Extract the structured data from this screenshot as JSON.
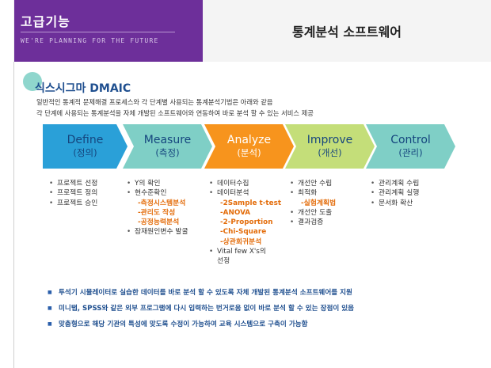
{
  "header": {
    "title": "고급기능",
    "tagline": "WE'RE PLANNING FOR THE FUTURE",
    "right_title": "통계분석 소프트웨어"
  },
  "section": {
    "title": "식스시그마 DMAIC",
    "intro_lines": [
      "일반적인 통계적 문제해결 프로세스와 각 단계별 사용되는 통계분석기법은 아래와 같음",
      "각 단계에 사용되는 통계분석을 자체 개발된 소프트웨어와 연동하여 바로 분석 할 수 있는 서비스 제공"
    ]
  },
  "phases": [
    {
      "name": "Define",
      "sub": "(정의)",
      "color": "#2aa0d8",
      "text_color": "#15457e"
    },
    {
      "name": "Measure",
      "sub": "(측정)",
      "color": "#7fcfc6",
      "text_color": "#15457e"
    },
    {
      "name": "Analyze",
      "sub": "(분석)",
      "color": "#f7941d",
      "text_color": "#ffffff"
    },
    {
      "name": "Improve",
      "sub": "(개선)",
      "color": "#c4de79",
      "text_color": "#15457e"
    },
    {
      "name": "Control",
      "sub": "(관리)",
      "color": "#7fcfc6",
      "text_color": "#15457e"
    }
  ],
  "columns": [
    [
      {
        "t": "프로젝트 선정"
      },
      {
        "t": "프로젝트 정의"
      },
      {
        "t": "프로젝트 승인"
      }
    ],
    [
      {
        "t": "Y의 확인"
      },
      {
        "t": "현수준확인"
      },
      {
        "t": "-측정시스템분석",
        "sub": true
      },
      {
        "t": "-관리도 작성",
        "sub": true
      },
      {
        "t": "-공정능력분석",
        "sub": true
      },
      {
        "t": "잠재원인변수 발굴"
      }
    ],
    [
      {
        "t": "데이터수집"
      },
      {
        "t": "데이터분석"
      },
      {
        "t": "-2Sample t-test",
        "sub": true
      },
      {
        "t": "-ANOVA",
        "sub": true
      },
      {
        "t": "-2-Proportion",
        "sub": true
      },
      {
        "t": "-Chi-Square",
        "sub": true
      },
      {
        "t": "-상관회귀분석",
        "sub": true
      },
      {
        "t": "Vital few X's의"
      },
      {
        "t": "선정",
        "cont": true
      }
    ],
    [
      {
        "t": "개선안 수립"
      },
      {
        "t": "최적화"
      },
      {
        "t": "-실험계획법",
        "sub": true
      },
      {
        "t": "개선안 도출"
      },
      {
        "t": "결과검증"
      }
    ],
    [
      {
        "t": "관리계획 수립"
      },
      {
        "t": "관리계획 실행"
      },
      {
        "t": "문서화 확산"
      }
    ]
  ],
  "notes": [
    "투석기 시뮬레이터로 실습한 데이터를 바로 분석 할 수 있도록 자체 개발된 통계분석 소프트웨어를 지원",
    "미니탭, SPSS와 같은 외부 프로그램에 다시 입력하는 번거로움 없이 바로 분석 할 수 있는 장점이 있음",
    "맞춤형으로 해당 기관의 특성에 맞도록 수정이 가능하여 교육 시스템으로 구축이 가능함"
  ]
}
